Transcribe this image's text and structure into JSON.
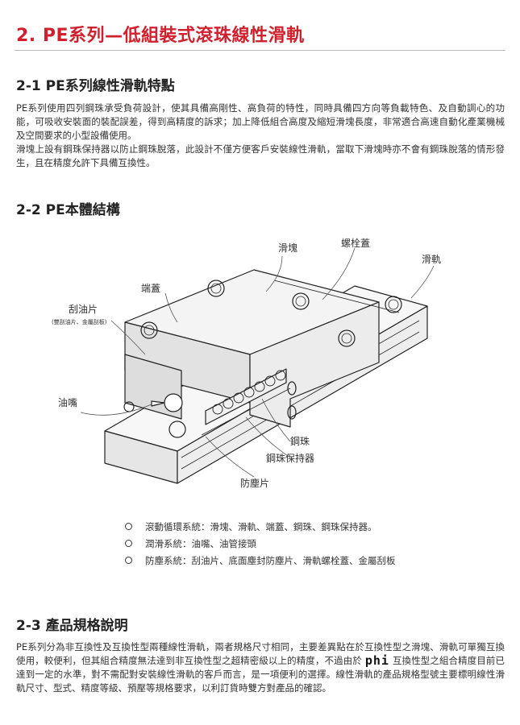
{
  "page": {
    "title": "2. PE系列—低組裝式滾珠線性滑軌"
  },
  "section1": {
    "title": "2-1 PE系列線性滑軌特點",
    "para1": "PE系列使用四列鋼珠承受負荷設計，使其具備高剛性、高負荷的特性，同時具備四方向等負載特色、及自動調心的功能，可吸收安裝面的裝配誤差，得到高精度的訴求；加上降低組合高度及縮短滑塊長度，非常適合高速自動化產業機械及空間要求的小型設備使用。",
    "para2": "滑塊上設有鋼珠保持器以防止鋼珠脫落，此設計不僅方便客戶安裝線性滑軌，當取下滑塊時亦不會有鋼珠脫落的情形發生，且在精度允許下具備互換性。"
  },
  "section2": {
    "title": "2-2 PE本體結構",
    "labels": {
      "block": "滑塊",
      "bolt_cap": "螺栓蓋",
      "rail": "滑軌",
      "end_cap": "端蓋",
      "scraper": "刮油片",
      "scraper_note": "(雙刮油片、金屬刮板)",
      "grease_nipple": "油嘴",
      "ball": "鋼珠",
      "retainer": "鋼珠保持器",
      "dust_seal": "防塵片"
    },
    "features": [
      "滾動循環系統：滑塊、滑軌、端蓋、鋼珠、鋼珠保持器。",
      "潤滑系統：油嘴、油管接頭",
      "防塵系統：刮油片、底面塵封防塵片、滑軌螺栓蓋、金屬刮板"
    ]
  },
  "section3": {
    "title": "2-3 產品規格說明",
    "para_before_brand": "PE系列分為非互換性及互換性型兩種線性滑軌，兩者規格尺寸相同，主要差異點在於互換性型之滑塊、滑軌可單獨互換使用，較便利，但其組合精度無法達到非互換性型之超精密級以上的精度，不過由於",
    "brand": "phi",
    "para_after_brand": "互換性型之組合精度目前已達到一定的水準，對不需配對安裝線性滑軌的客戶而言，是一項便利的選擇。線性滑軌的產品規格型號主要標明線性滑軌尺寸、型式、精度等級、預壓等規格要求，以利訂貨時雙方對產品的確認。"
  },
  "colors": {
    "title_red": "#d0202e",
    "text": "#333333"
  }
}
